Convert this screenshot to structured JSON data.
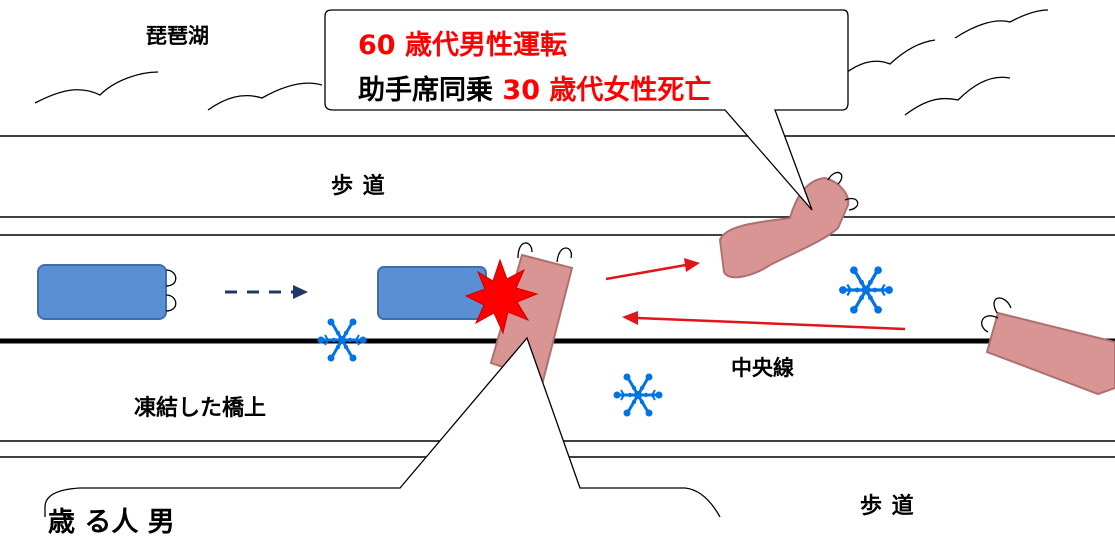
{
  "labels": {
    "lake": "琵琶湖",
    "sidewalk_top": "歩 道",
    "sidewalk_bottom": "歩 道",
    "center_line": "中央線",
    "bridge": "凍結した橋上"
  },
  "callout_top": {
    "line1": "60 歳代男性運転",
    "line2_prefix": "助手席同乗 ",
    "line2_red": "30 歳代女性死亡"
  },
  "callout_bottom": {
    "text": "歳 る人 男"
  },
  "colors": {
    "car_blue": "#5b8fd4",
    "car_blue_stroke": "#3e6db0",
    "car_pink": "#d99494",
    "car_pink_stroke": "#b07070",
    "arrow_red": "#e0161b",
    "arrow_navy": "#1f3864",
    "snow_blue": "#0073e6",
    "text_red": "#ff0000"
  },
  "icons": [
    "snowflake-icon",
    "collision-burst-icon"
  ]
}
